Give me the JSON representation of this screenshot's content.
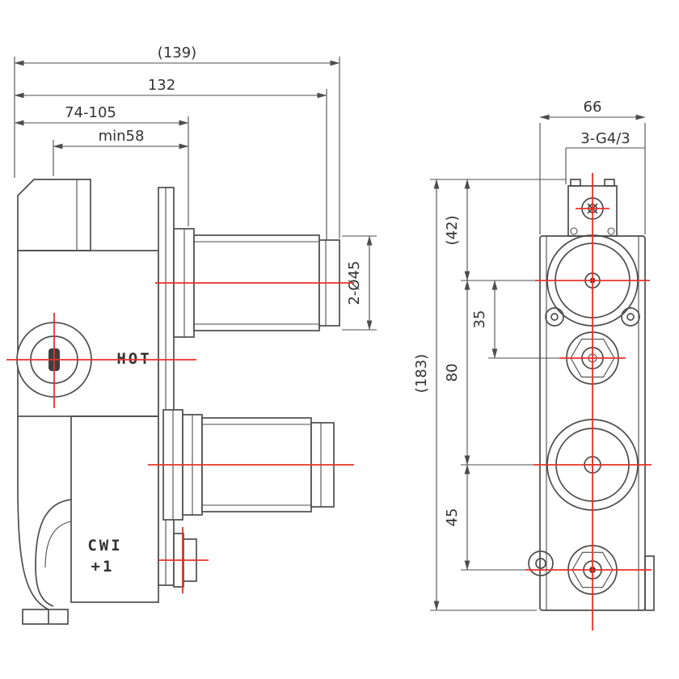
{
  "colors": {
    "line": "#4d4d4d",
    "centerline": "#e8322a",
    "text": "#333333",
    "background": "#ffffff"
  },
  "side_view": {
    "dim_depth_overall": "(139)",
    "dim_depth_body": "132",
    "dim_adjust_range": "74-105",
    "dim_min_depth": "min58",
    "dim_cartridge_diameter": "2-Ø45",
    "label_hot": "HOT",
    "label_cold_line1": "CWI",
    "label_cold_line2": "+1"
  },
  "front_view": {
    "dim_width": "66",
    "dim_thread": "3-G4/3",
    "dim_top_offset": "(42)",
    "dim_spacing_upper": "35",
    "dim_spacing_mid": "80",
    "dim_spacing_lower": "45",
    "dim_height_overall": "(183)"
  }
}
